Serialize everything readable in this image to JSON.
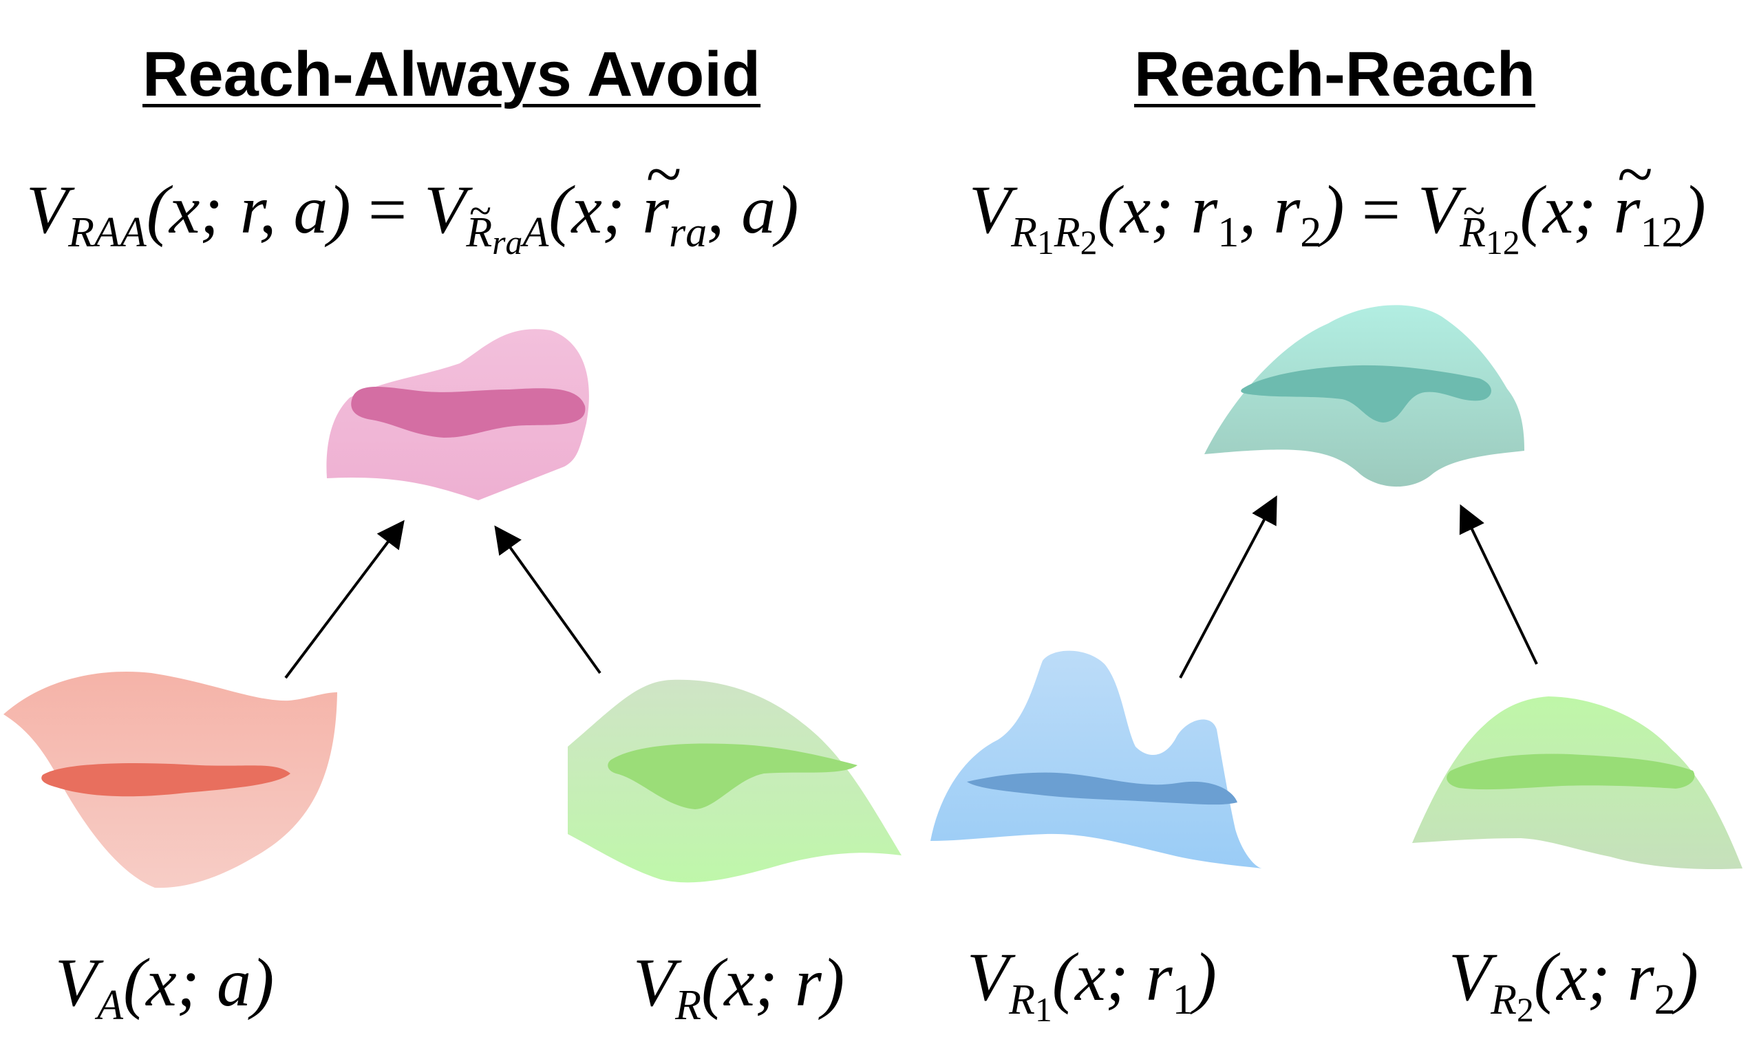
{
  "left_panel": {
    "heading": "Reach-Always Avoid",
    "equation": {
      "lhs_V": "V",
      "lhs_sub": "RAA",
      "lhs_args": "(x; r, a)",
      "eq": " = ",
      "rhs_V": "V",
      "rhs_sub_R": "R",
      "rhs_sub_ra": "ra",
      "rhs_sub_A": "A",
      "rhs_args_open": "(x; ",
      "rhs_r": "r",
      "rhs_r_sub": "ra",
      "rhs_args_close": ", a)"
    },
    "label_avoid": {
      "V": "V",
      "sub": "A",
      "args": "(x; a)"
    },
    "label_reach": {
      "V": "V",
      "sub": "R",
      "args": "(x; r)"
    }
  },
  "right_panel": {
    "heading": "Reach-Reach",
    "equation": {
      "lhs_V": "V",
      "lhs_R1": "R",
      "lhs_1": "1",
      "lhs_R2": "R",
      "lhs_2": "2",
      "lhs_args": "(x; r",
      "lhs_args_1": "1",
      "lhs_args_mid": ", r",
      "lhs_args_2": "2",
      "lhs_args_close": ")",
      "eq": " = ",
      "rhs_V": "V",
      "rhs_R": "R",
      "rhs_12": "12",
      "rhs_args_open": "(x; ",
      "rhs_r": "r",
      "rhs_r_sub": "12",
      "rhs_args_close": ")"
    },
    "label_r1": {
      "V": "V",
      "sub_R": "R",
      "sub_n": "1",
      "args": "(x; r",
      "args_n": "1",
      "close": ")"
    },
    "label_r2": {
      "V": "V",
      "sub_R": "R",
      "sub_n": "2",
      "args": "(x; r",
      "args_n": "2",
      "close": ")"
    }
  },
  "colors": {
    "pink_light": "#f3c2dc",
    "pink_dark": "#d46a9f",
    "salmon_light": "#f5b3a8",
    "salmon_dark": "#e87464",
    "green_light": "#c4f2b2",
    "green_dark": "#96dc74",
    "teal_light": "#b3ece0",
    "teal_dark": "#6cb8ac",
    "blue_light": "#a8d2f6",
    "blue_dark": "#6699cc",
    "arrow": "#000000"
  }
}
